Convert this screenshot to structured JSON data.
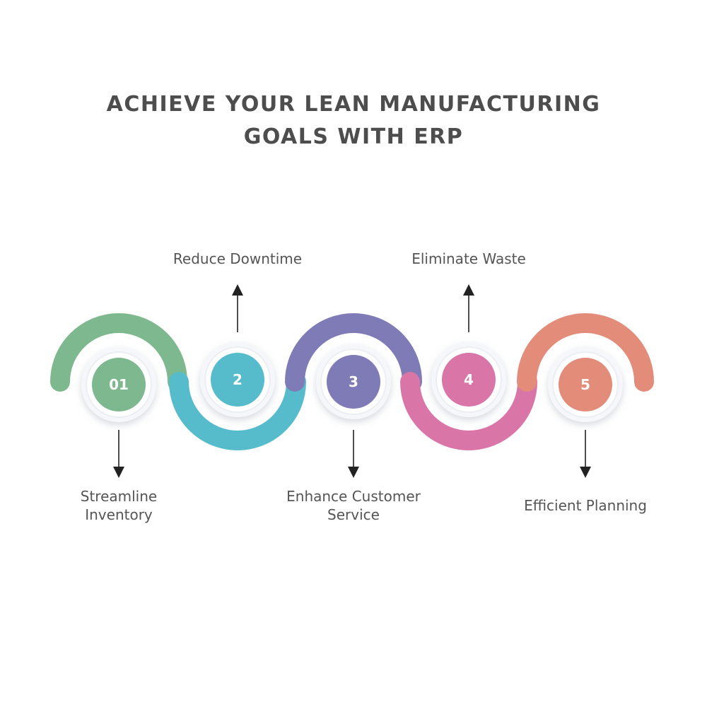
{
  "title": {
    "line1": "ACHIEVE YOUR LEAN MANUFACTURING",
    "line2": "GOALS WITH ERP"
  },
  "steps": [
    {
      "number": "01",
      "label": [
        "Streamline",
        "Inventory"
      ],
      "color": "#7db88e",
      "arrow": "down",
      "arc": "top"
    },
    {
      "number": "2",
      "label": [
        "Reduce Downtime"
      ],
      "color": "#56bccc",
      "arrow": "up",
      "arc": "bottom"
    },
    {
      "number": "3",
      "label": [
        "Enhance Customer",
        "Service"
      ],
      "color": "#7f7bb6",
      "arrow": "down",
      "arc": "top"
    },
    {
      "number": "4",
      "label": [
        "Eliminate Waste"
      ],
      "color": "#da75a8",
      "arrow": "up",
      "arc": "bottom"
    },
    {
      "number": "5",
      "label": [
        "Efficient Planning"
      ],
      "color": "#e48c7a",
      "arrow": "down",
      "arc": "top"
    }
  ]
}
